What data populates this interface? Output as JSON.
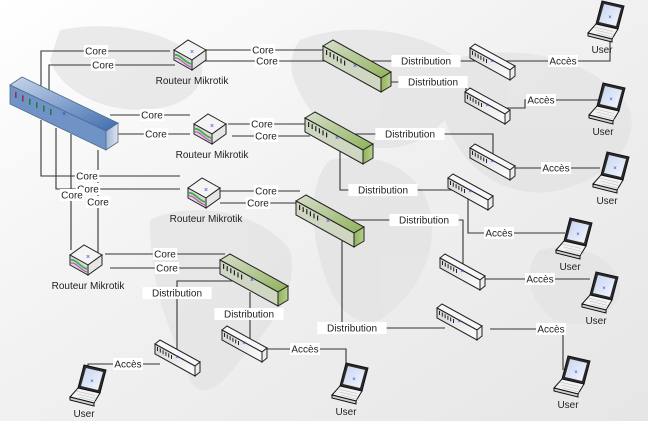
{
  "colors": {
    "core_switch": "#3c6ca8",
    "distribution_switch": "#9cb870",
    "access_switch": "#e6e6e6",
    "router": "#e8e8e8",
    "wire": "#333333",
    "background": "#f2f2f2"
  },
  "labels": {
    "core": "Core",
    "distribution": "Distribution",
    "access": "Accès",
    "router": "Routeur Mikrotik",
    "user": "User"
  },
  "devices": {
    "core_switch": {
      "type": "core-switch",
      "label": ""
    },
    "routers": [
      {
        "label": "Routeur Mikrotik"
      },
      {
        "label": "Routeur Mikrotik"
      },
      {
        "label": "Routeur Mikrotik"
      },
      {
        "label": "Routeur Mikrotik"
      }
    ],
    "distribution_switches": [
      {},
      {},
      {},
      {}
    ],
    "access_switches": [
      {},
      {},
      {},
      {},
      {},
      {},
      {},
      {}
    ],
    "users": [
      {
        "label": "User"
      },
      {
        "label": "User"
      },
      {
        "label": "User"
      },
      {
        "label": "User"
      },
      {
        "label": "User"
      },
      {
        "label": "User"
      },
      {
        "label": "User"
      },
      {
        "label": "User"
      }
    ]
  },
  "links": {
    "core": [
      "Core",
      "Core",
      "Core",
      "Core",
      "Core",
      "Core",
      "Core",
      "Core",
      "Core",
      "Core",
      "Core",
      "Core",
      "Core",
      "Core",
      "Core",
      "Core"
    ],
    "distribution": [
      "Distribution",
      "Distribution",
      "Distribution",
      "Distribution",
      "Distribution",
      "Distribution",
      "Distribution",
      "Distribution"
    ],
    "access": [
      "Accès",
      "Accès",
      "Accès",
      "Accès",
      "Accès",
      "Accès",
      "Accès",
      "Accès"
    ]
  }
}
